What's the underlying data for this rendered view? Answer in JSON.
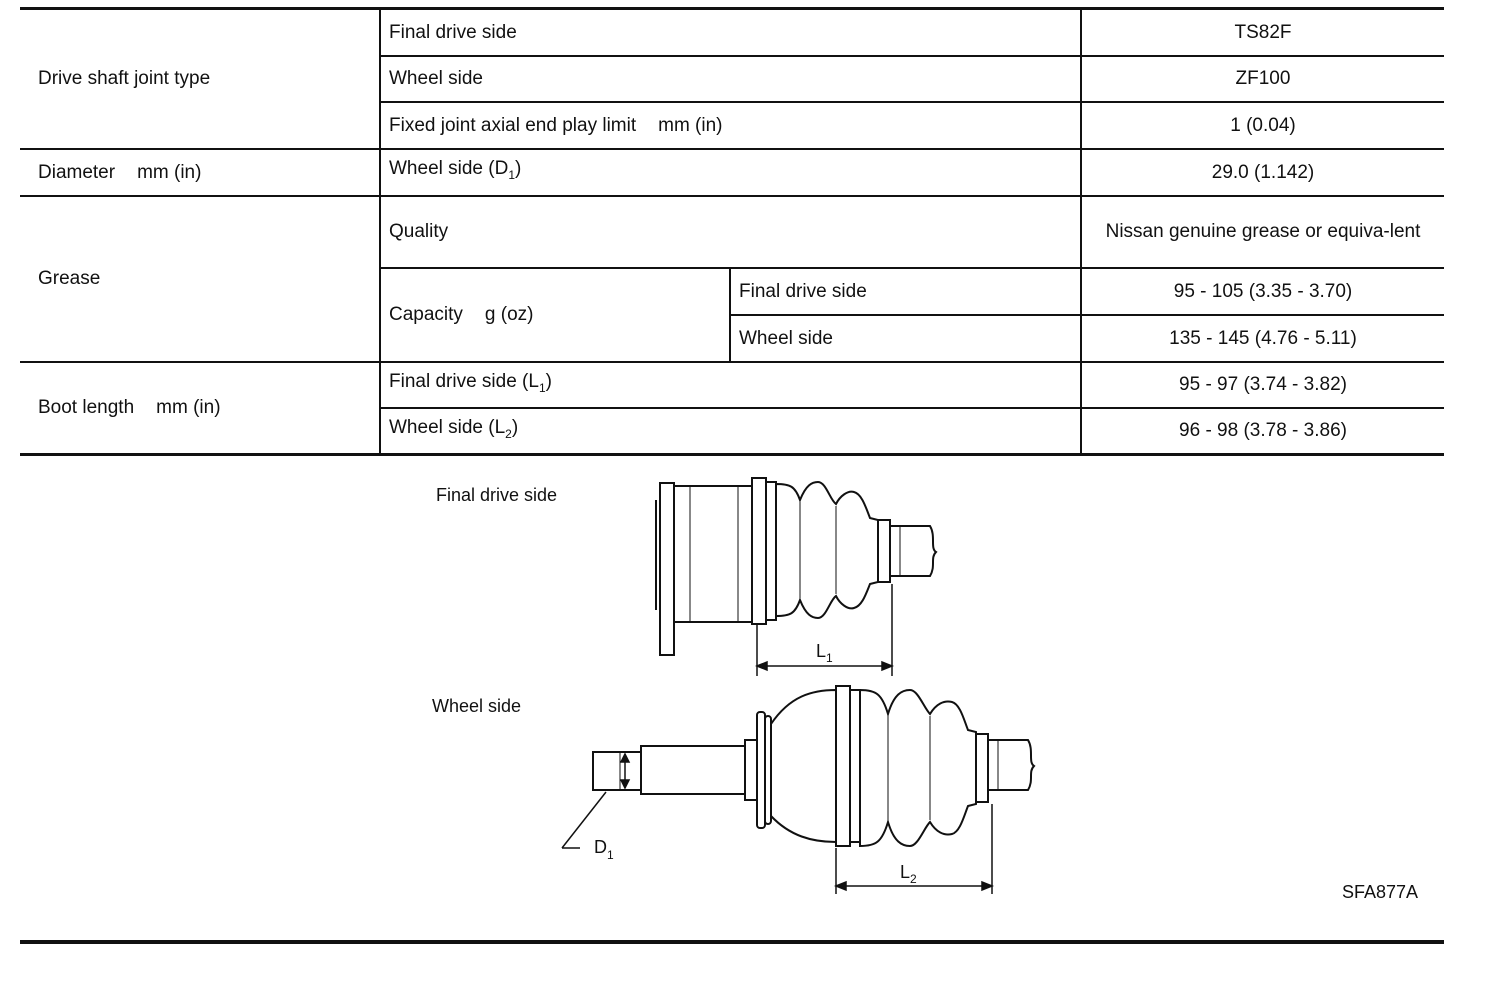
{
  "table": {
    "joint_type": {
      "label": "Drive shaft joint type",
      "rows": [
        {
          "item": "Final drive side",
          "value": "TS82F"
        },
        {
          "item": "Wheel side",
          "value": "ZF100"
        },
        {
          "item": "Fixed joint axial end play limit",
          "unit": "mm (in)",
          "value": "1 (0.04)"
        }
      ]
    },
    "diameter": {
      "label": "Diameter",
      "unit": "mm (in)",
      "item": "Wheel side (D",
      "item_sub": "1",
      "item_close": ")",
      "value": "29.0 (1.142)"
    },
    "grease": {
      "label": "Grease",
      "quality_label": "Quality",
      "quality_value": "Nissan genuine grease or equiva-lent",
      "capacity_label": "Capacity",
      "capacity_unit": "g (oz)",
      "capacity_rows": [
        {
          "item": "Final drive side",
          "value": "95 - 105 (3.35 - 3.70)"
        },
        {
          "item": "Wheel side",
          "value": "135 - 145 (4.76 - 5.11)"
        }
      ]
    },
    "boot_length": {
      "label": "Boot length",
      "unit": "mm (in)",
      "rows": [
        {
          "item": "Final drive side (L",
          "sub": "1",
          "close": ")",
          "value": "95 - 97 (3.74 - 3.82)"
        },
        {
          "item": "Wheel side (L",
          "sub": "2",
          "close": ")",
          "value": "96 - 98 (3.78 - 3.86)"
        }
      ]
    }
  },
  "figure": {
    "final_drive_label": "Final drive side",
    "wheel_label": "Wheel side",
    "l1_label": "L",
    "l1_sub": "1",
    "l2_label": "L",
    "l2_sub": "2",
    "d1_label": "D",
    "d1_sub": "1",
    "code": "SFA877A"
  }
}
